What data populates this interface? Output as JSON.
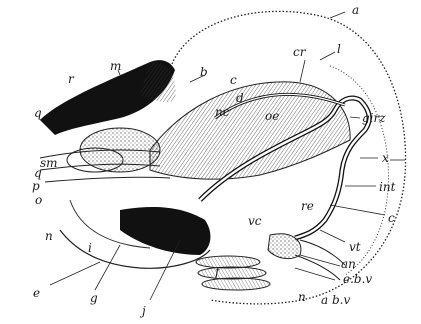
{
  "figure": {
    "labels": {
      "a": "a",
      "l": "l",
      "cr": "cr",
      "c_top": "c",
      "b": "b",
      "m": "m",
      "r": "r",
      "d": "d",
      "nc": "nc",
      "oe": "oe",
      "q_top": "q",
      "girz": "girz",
      "sm": "sm",
      "q_mid": "q",
      "p": "p",
      "o": "o",
      "x": "x",
      "int": "int",
      "n_left": "n",
      "vc": "vc",
      "re": "re",
      "c_right": "c",
      "vt": "vt",
      "i": "i",
      "an": "an",
      "ebv": "e.b.v",
      "f": "f",
      "e": "e",
      "g": "g",
      "j": "j",
      "n_bottom": "n",
      "abv": "a b.v"
    }
  }
}
